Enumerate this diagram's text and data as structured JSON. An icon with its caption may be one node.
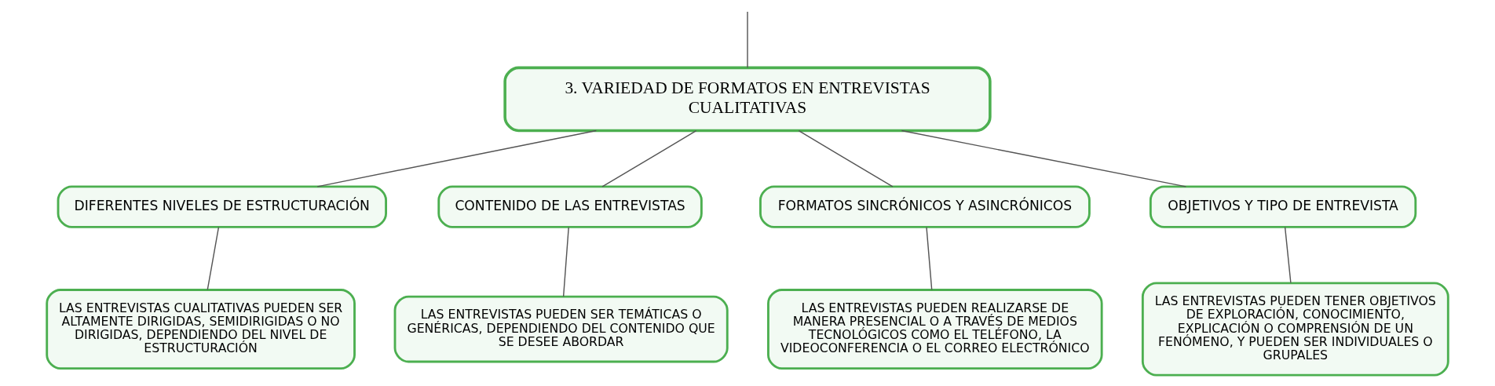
{
  "diagram": {
    "nodes": [
      {
        "text": [
          "3. VARIEDAD DE FORMATOS EN ENTREVISTAS CUALITATIVAS"
        ]
      },
      {
        "text": [
          "DIFERENTES NIVELES DE ESTRUCTURACIÓN"
        ]
      },
      {
        "text": [
          "CONTENIDO DE LAS ENTREVISTAS"
        ]
      },
      {
        "text": [
          "FORMATOS SINCRÓNICOS Y ASINCRÓNICOS"
        ]
      },
      {
        "text": [
          "OBJETIVOS Y TIPO DE ENTREVISTA"
        ]
      },
      {
        "text": [
          "LAS ENTREVISTAS CUALITATIVAS PUEDEN SER ALTAMENTE DIRIGIDAS, SEMIDIRIGIDAS O NO DIRIGIDAS, DEPENDIENDO DEL NIVEL DE ESTRUCTURACIÓN"
        ]
      },
      {
        "text": [
          "LAS ENTREVISTAS PUEDEN SER TEMÁTICAS O GENÉRICAS, DEPENDIENDO DEL CONTENIDO QUE SE DESEE ABORDAR"
        ]
      },
      {
        "text": [
          "LAS ENTREVISTAS PUEDEN REALIZARSE DE MANERA PRESENCIAL O A TRAVÉS DE MEDIOS TECNOLÓGICOS COMO EL TELÉFONO, LA VIDEOCONFERENCIA O EL CORREO ELECTRÓNICO"
        ]
      },
      {
        "text": [
          "LAS ENTREVISTAS PUEDEN TENER OBJETIVOS DE EXPLORACIÓN, CONOCIMIENTO, EXPLICACIÓN O COMPRENSIÓN DE UN FENÓMENO, Y PUEDEN SER INDIVIDUALES O GRUPALES"
        ]
      }
    ],
    "edges": [
      {
        "from": null,
        "to": 0,
        "arrow": "none"
      },
      {
        "from": 0,
        "to": 1,
        "arrow": "none"
      },
      {
        "from": 0,
        "to": 2,
        "arrow": "none"
      },
      {
        "from": 0,
        "to": 3,
        "arrow": "none"
      },
      {
        "from": 0,
        "to": 4,
        "arrow": "none"
      },
      {
        "from": 1,
        "to": 5,
        "arrow": "none"
      },
      {
        "from": 2,
        "to": 6,
        "arrow": "none"
      },
      {
        "from": 3,
        "to": 7,
        "arrow": "none"
      },
      {
        "from": 4,
        "to": 8,
        "arrow": "none"
      }
    ]
  }
}
